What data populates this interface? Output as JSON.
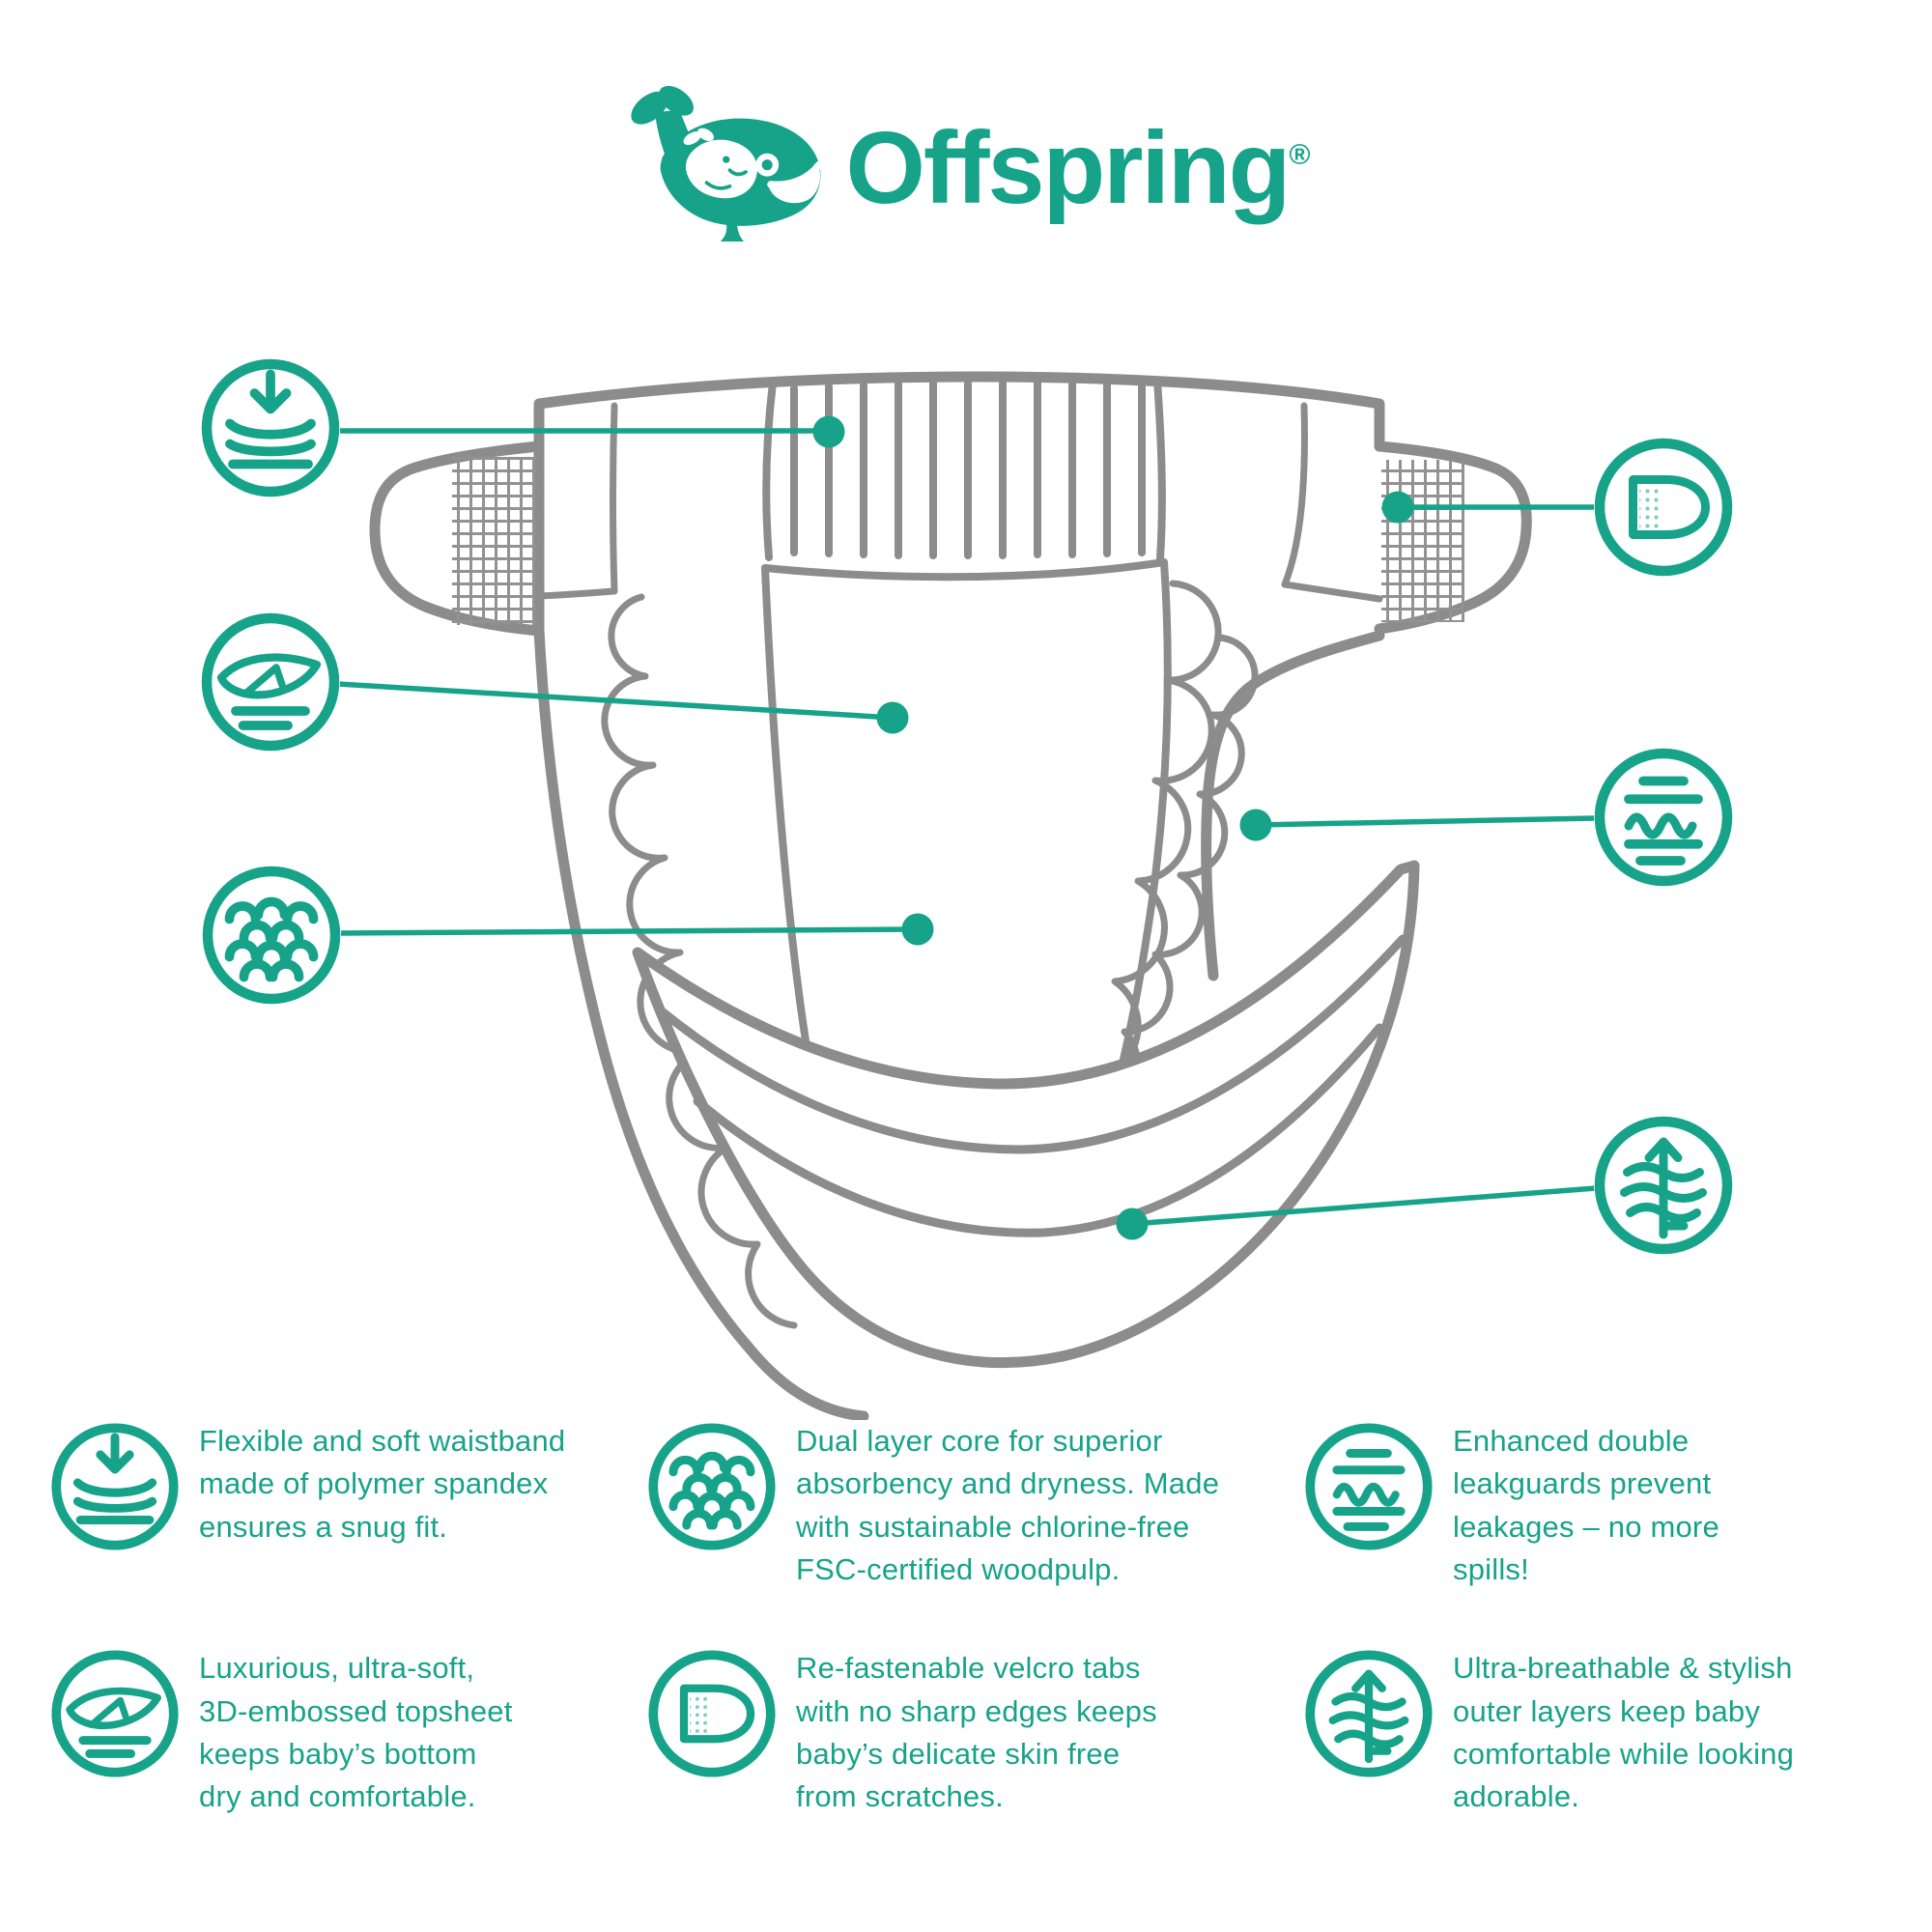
{
  "brand": {
    "name": "Offspring",
    "registered_mark": "®"
  },
  "colors": {
    "teal": "#16A38A",
    "outline_gray": "#8C8C8C"
  },
  "diagram": {
    "callouts": [
      {
        "target": "waistband",
        "icon": "compress-arrow-icon"
      },
      {
        "target": "topsheet",
        "icon": "feather-icon"
      },
      {
        "target": "dual-layer-core",
        "icon": "absorbent-waves-icon"
      },
      {
        "target": "velcro-tab",
        "icon": "fastener-tab-icon"
      },
      {
        "target": "leakguards",
        "icon": "leakguard-lines-icon"
      },
      {
        "target": "outer-layer",
        "icon": "breathable-arrow-icon"
      }
    ]
  },
  "features": [
    {
      "icon": "compress-arrow-icon",
      "text": "Flexible and soft waistband made of polymer spandex ensures a snug fit."
    },
    {
      "icon": "absorbent-waves-icon",
      "text": "Dual layer core for superior absorbency and dryness. Made with sustainable chlorine-free FSC-certified woodpulp."
    },
    {
      "icon": "leakguard-lines-icon",
      "text": "Enhanced double leakguards prevent leakages – no more spills!"
    },
    {
      "icon": "feather-icon",
      "text": "Luxurious, ultra-soft, 3D-embossed topsheet keeps baby’s bottom dry and comfortable."
    },
    {
      "icon": "fastener-tab-icon",
      "text": "Re-fastenable velcro tabs with no sharp edges keeps baby’s delicate skin free from scratches."
    },
    {
      "icon": "breathable-arrow-icon",
      "text": "Ultra-breathable & stylish outer layers keep baby comfortable while looking adorable."
    }
  ]
}
